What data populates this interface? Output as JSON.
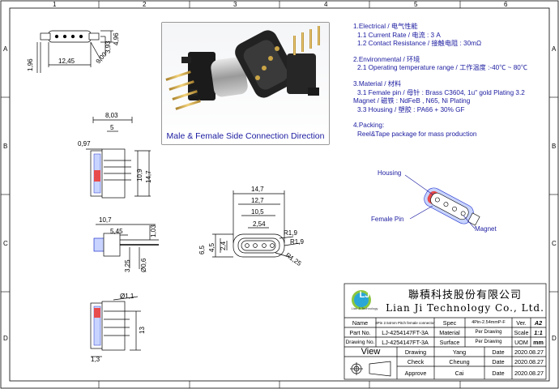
{
  "border_labels": {
    "top": [
      "1",
      "2",
      "3",
      "4",
      "5",
      "6"
    ],
    "left": [
      "A",
      "B",
      "C",
      "D"
    ],
    "right": [
      "A",
      "B",
      "C",
      "D"
    ]
  },
  "dims": {
    "top_view": [
      "1,96",
      "12,45",
      "3,93",
      "4,96",
      "9,00"
    ],
    "side_view": [
      "8,03",
      "5",
      "0,97",
      "10,9",
      "14,7"
    ],
    "front_view": [
      "10,7",
      "5,45",
      "1,03",
      "3,25",
      "Ø0,6"
    ],
    "bottom_view": [
      "Ø1,1",
      "13",
      "1,3"
    ],
    "face_view": [
      "14,7",
      "12,7",
      "10,5",
      "2,54",
      "R1,9",
      "R1,9",
      "6,5",
      "4,5",
      "2,4",
      "R1,25"
    ]
  },
  "photo": {
    "caption": "Male & Female Side Connection Direction"
  },
  "specs": {
    "electrical_title": "1.Electrical / 电气性能",
    "current": "1.1 Current Rate / 电流 : 3 A",
    "resistance": "1.2 Contact Resistance / 接触电阻 : 30mΩ",
    "env_title": "2.Environmental / 环境",
    "temp": "2.1 Operating temperature range / 工作温度 :-40℃ ~ 80℃",
    "material_title": "3.Material / 材料",
    "pin": "3.1 Female pin / 母针 : Brass C3604, 1u\" gold Plating 3.2",
    "magnet": "Magnet / 磁铁 : NdFeB , N65, Ni Plating",
    "housing": "3.3 Housing / 塑胶 : PA66 + 30% GF",
    "pack_title": "4.Packing:",
    "pack": "Reel&Tape package for mass production"
  },
  "callouts": {
    "housing": "Housing",
    "female_pin": "Female Pin",
    "magnet": "Magnet"
  },
  "title_block": {
    "company_cn": "聯積科技股份有限公司",
    "company_en": "Lian Ji Technology Co., Ltd.",
    "logo": "LJ",
    "logo_sub": "Lian Ji Technology",
    "name_label": "Name",
    "name_value": "4Pin 2.54mm Pitch female connector",
    "spec_label": "Spec",
    "spec_value": "4Pin-2.54mmP-F",
    "ver_label": "Ver.",
    "ver_value": "A2",
    "part_label": "Part No.",
    "part_value": "LJ-4254147FT-3A",
    "material_label": "Material",
    "material_value": "Per Drawing",
    "scale_label": "Scale",
    "scale_value": "1:1",
    "drawing_label": "Drawing No.",
    "drawing_value": "LJ-4254147FT-3A",
    "surface_label": "Surface",
    "surface_value": "Per Drawing",
    "uom_label": "UOM",
    "uom_value": "mm",
    "view_label": "View",
    "rows": [
      {
        "role": "Drawing",
        "name": "Yang",
        "date_label": "Date",
        "date": "2020.08.27"
      },
      {
        "role": "Check",
        "name": "Cheung",
        "date_label": "Date",
        "date": "2020.08.27"
      },
      {
        "role": "Approve",
        "name": "Cai",
        "date_label": "Date",
        "date": "2020.08.27"
      }
    ]
  },
  "colors": {
    "ink": "#1a1aa0",
    "blue": "#2233cc",
    "red": "#cc2222",
    "frame": "#000000"
  }
}
